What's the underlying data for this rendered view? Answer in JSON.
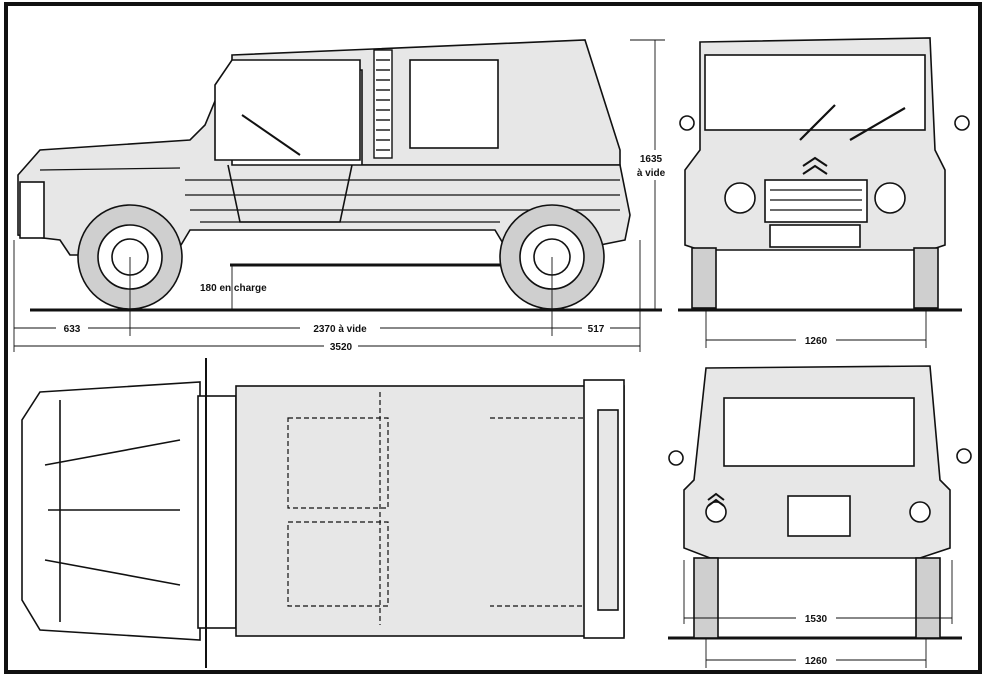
{
  "side_view": {
    "height_value": "1635",
    "height_note": "à vide",
    "clearance": "180 en charge",
    "overhang_front": "633",
    "wheelbase": "2370 à vide",
    "overhang_rear": "517",
    "overall_length": "3520"
  },
  "front_view": {
    "track": "1260"
  },
  "rear_view": {
    "width": "1530",
    "track": "1260"
  },
  "colors": {
    "ink": "#111111",
    "fill": "#e7e7e7",
    "tire": "#cfcfcf",
    "paper": "#ffffff"
  }
}
